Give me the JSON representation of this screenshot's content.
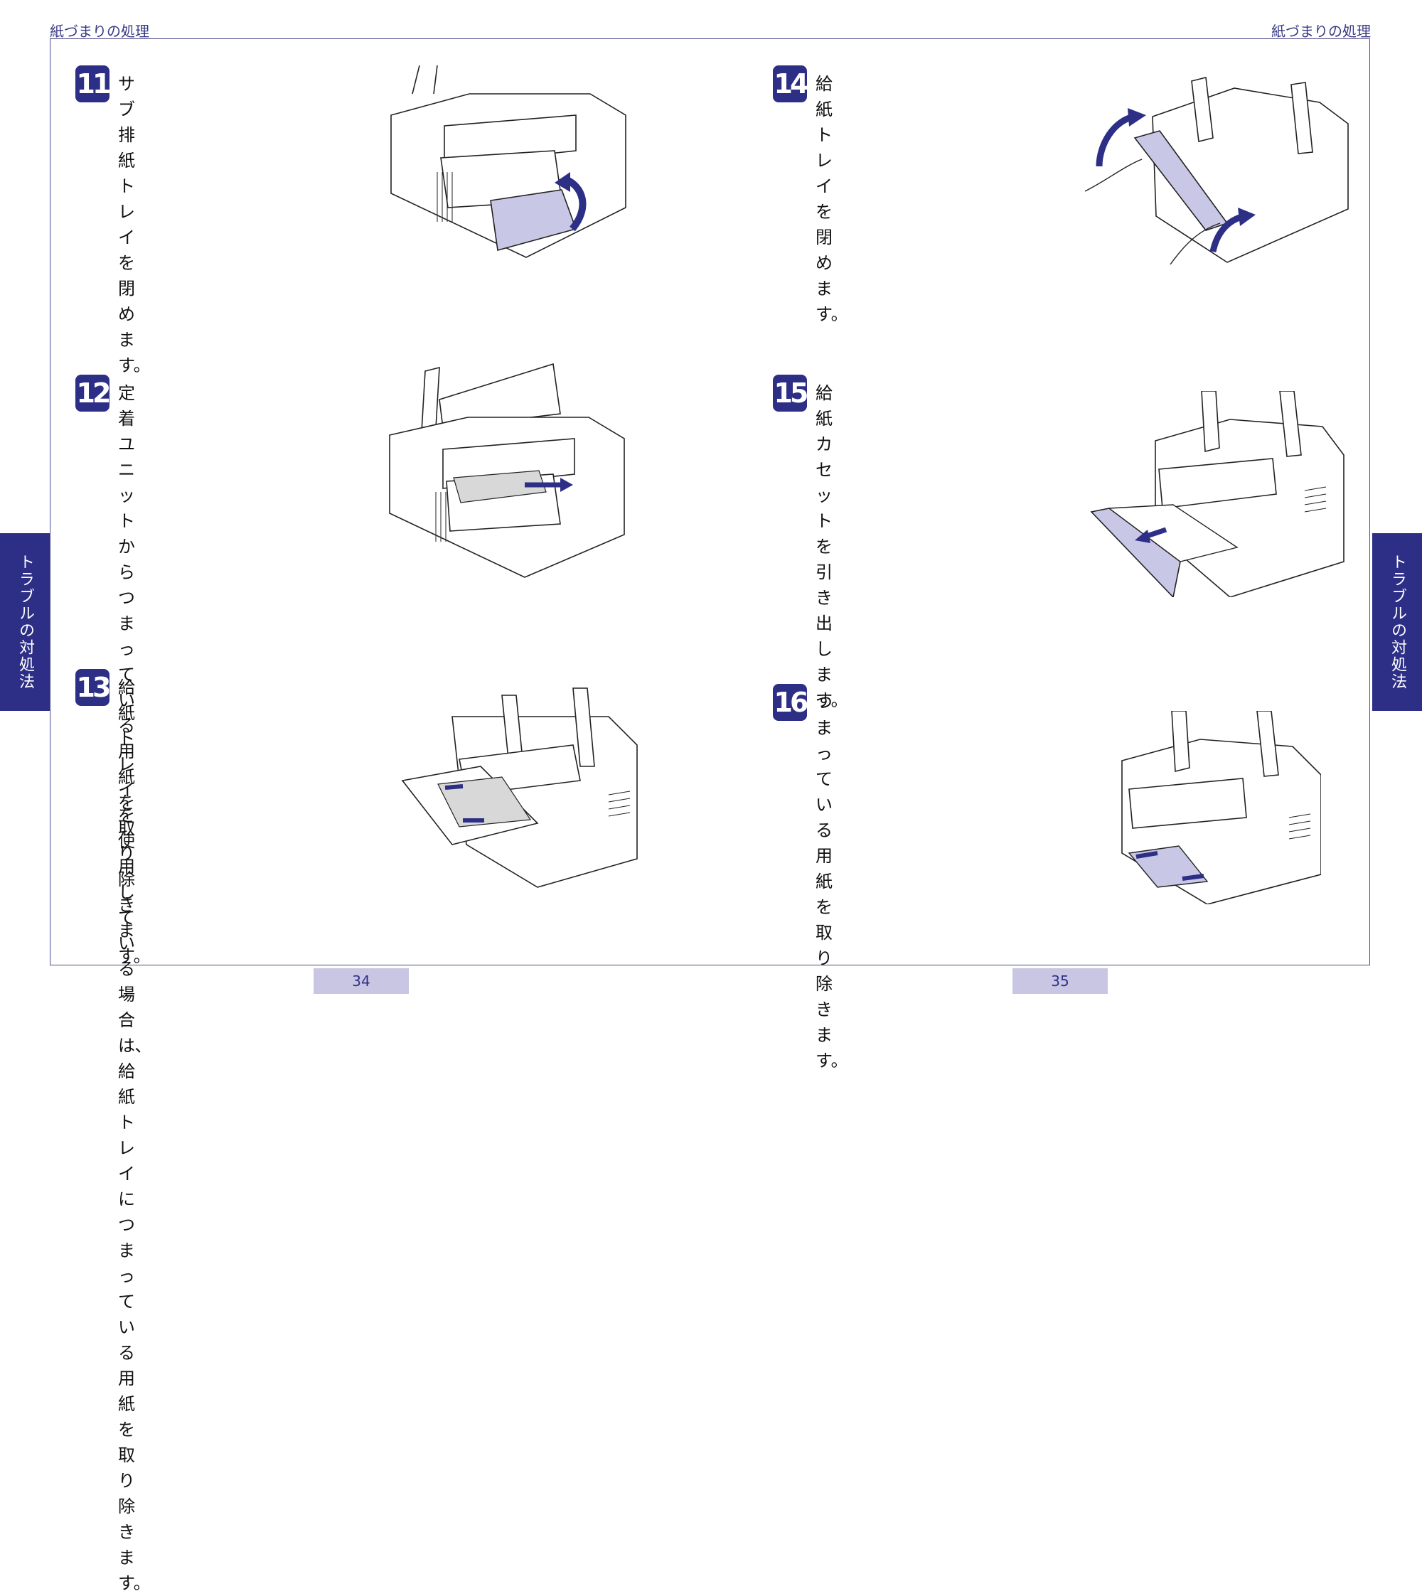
{
  "header": {
    "left": "紙づまりの処理",
    "right": "紙づまりの処理"
  },
  "sidetab": {
    "left": "トラブルの対処法",
    "right": "トラブルの対処法"
  },
  "steps": [
    {
      "num": "11",
      "text": "サブ排紙トレイを閉めます。"
    },
    {
      "num": "12",
      "text": "定着ユニットからつまっている\n用紙を取り除きます。"
    },
    {
      "num": "13",
      "text": "給紙トレイを使用している場合\nは､給紙トレイにつまっている用\n紙を取り除きます。"
    },
    {
      "num": "14",
      "text": "給紙トレイを閉めます。"
    },
    {
      "num": "15",
      "text": "給紙カセットを引き出します。"
    },
    {
      "num": "16",
      "text": "つまっている用紙を取り除きま\nす。"
    }
  ],
  "pages": {
    "left": "34",
    "right": "35"
  },
  "colors": {
    "accent": "#2d2f86",
    "pagebox": "#c9c6e3",
    "paper": "#c8c7e6"
  }
}
